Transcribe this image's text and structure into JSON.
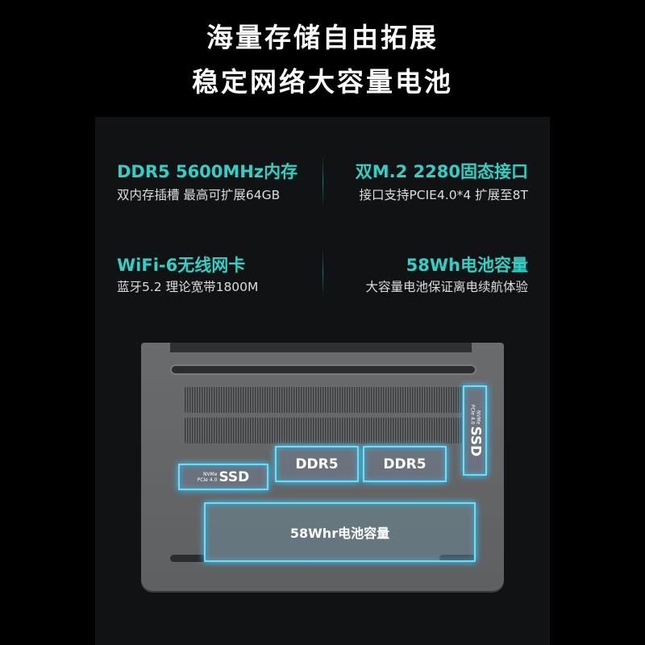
{
  "headline": [
    "海量存储自由拓展",
    "稳定网络大容量电池"
  ],
  "features": [
    {
      "title": "DDR5 5600MHz内存",
      "subtitle": "双内存插槽  最高可扩展64GB"
    },
    {
      "title": "双M.2 2280固态接口",
      "subtitle": "接口支持PCIE4.0*4  扩展至8T"
    },
    {
      "title": "WiFi-6无线网卡",
      "subtitle": "蓝牙5.2  理论宽带1800M"
    },
    {
      "title": "58Wh电池容量",
      "subtitle": "大容量电池保证离电续航体验"
    }
  ],
  "diagram": {
    "ssd_small": "NVMe",
    "ssd_small2": "PCIe 4.0",
    "ssd": "SSD",
    "ram": "DDR5",
    "battery": "58Whr电池容量"
  },
  "colors": {
    "accent": "#2fd1c6",
    "glow": "#5fe3ff"
  }
}
